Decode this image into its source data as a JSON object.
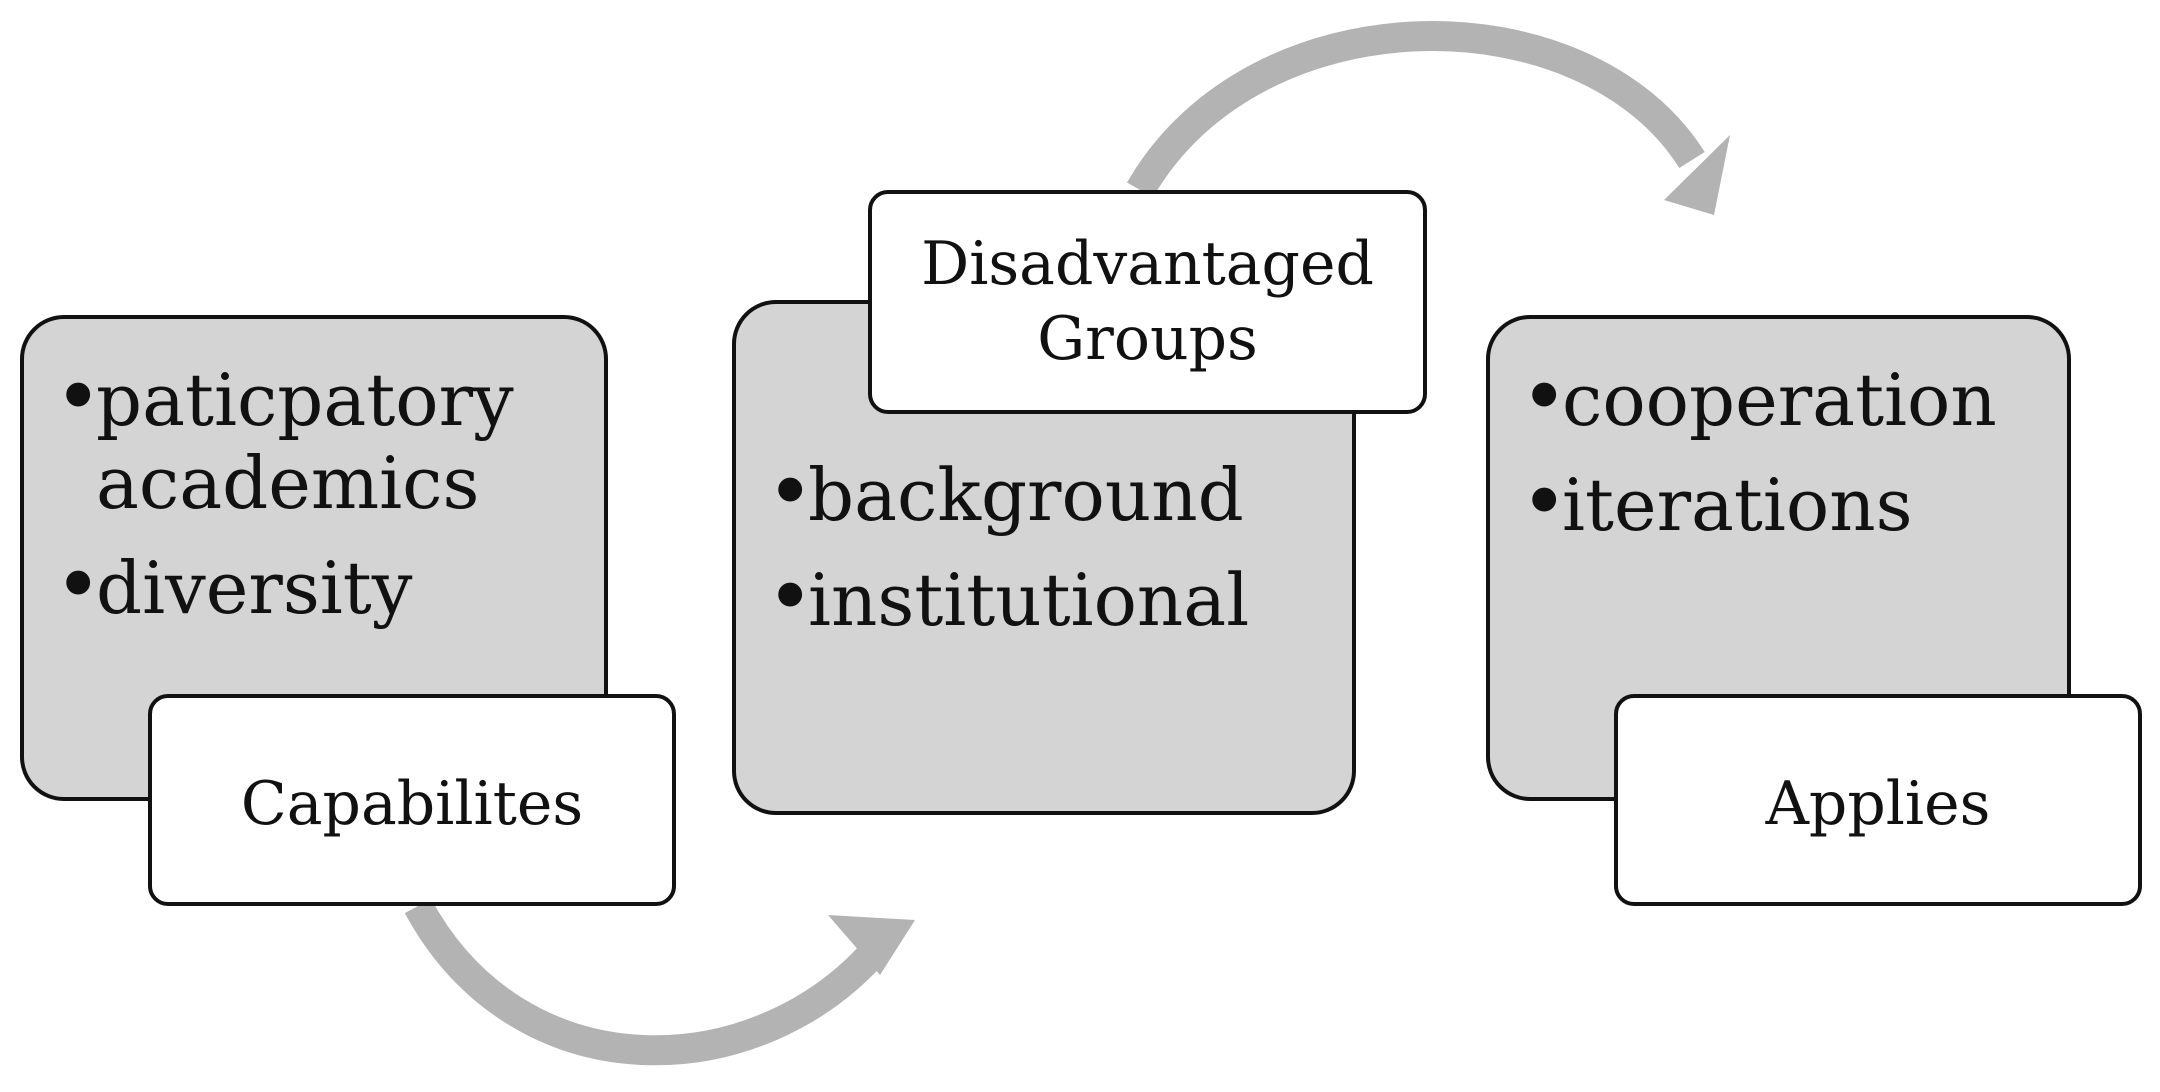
{
  "colors": {
    "card_fill": "#d4d4d4",
    "label_fill": "#ffffff",
    "outline": "#111111",
    "arrow": "#b3b3b3"
  },
  "groups": [
    {
      "label": "Capabilites",
      "items": [
        "paticpatory academics",
        "diversity"
      ]
    },
    {
      "label": "Disadvantaged Groups",
      "items": [
        "background",
        "institutional"
      ]
    },
    {
      "label": "Applies",
      "items": [
        "cooperation",
        "iterations"
      ]
    }
  ]
}
